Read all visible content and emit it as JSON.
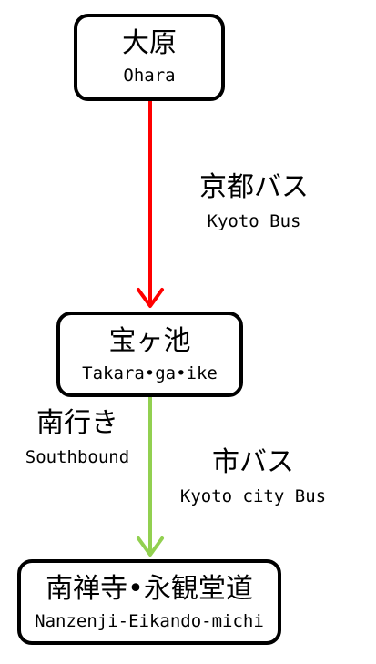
{
  "stations": {
    "ohara": {
      "jp": "大原",
      "en": "Ohara"
    },
    "takaragaike": {
      "jp": "宝ヶ池",
      "en": "Takara•ga•ike"
    },
    "nanzenji": {
      "jp": "南禅寺•永観堂道",
      "en": "Nanzenji-Eikando-michi"
    }
  },
  "routes": {
    "kyoto_bus": {
      "jp": "京都バス",
      "en": "Kyoto Bus",
      "color": "#ff0000"
    },
    "city_bus": {
      "jp": "市バス",
      "en": "Kyoto city Bus",
      "color": "#92d050"
    }
  },
  "direction": {
    "jp": "南行き",
    "en": "Southbound"
  },
  "colors": {
    "box_border": "#000000",
    "background": "#ffffff"
  }
}
